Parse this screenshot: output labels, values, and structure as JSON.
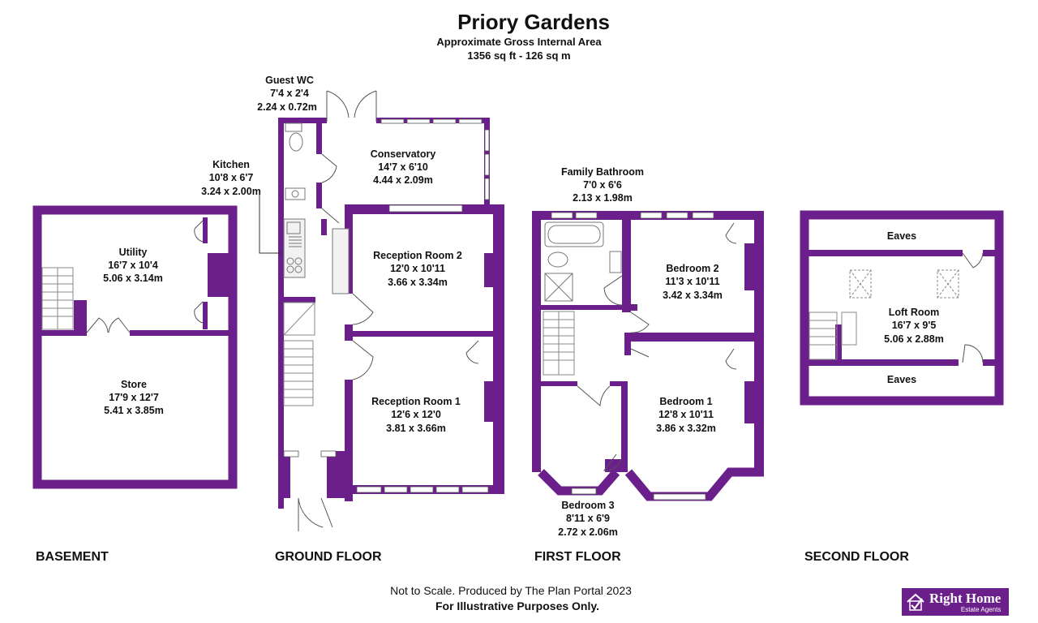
{
  "header": {
    "title": "Priory Gardens",
    "subtitle": "Approximate Gross Internal Area",
    "area": "1356 sq ft - 126 sq m"
  },
  "colors": {
    "wall": "#6b1f8a",
    "fixture": "#888888",
    "window": "#ffffff"
  },
  "floors": {
    "basement": "BASEMENT",
    "ground": "GROUND FLOOR",
    "first": "FIRST FLOOR",
    "second": "SECOND FLOOR"
  },
  "rooms": {
    "utility": {
      "name": "Utility",
      "imperial": "16'7 x 10'4",
      "metric": "5.06 x 3.14m"
    },
    "store": {
      "name": "Store",
      "imperial": "17'9 x 12'7",
      "metric": "5.41 x 3.85m"
    },
    "guest_wc": {
      "name": "Guest WC",
      "imperial": "7'4 x 2'4",
      "metric": "2.24 x 0.72m"
    },
    "kitchen": {
      "name": "Kitchen",
      "imperial": "10'8 x 6'7",
      "metric": "3.24 x 2.00m"
    },
    "conservatory": {
      "name": "Conservatory",
      "imperial": "14'7 x 6'10",
      "metric": "4.44 x 2.09m"
    },
    "reception2": {
      "name": "Reception Room 2",
      "imperial": "12'0 x 10'11",
      "metric": "3.66 x 3.34m"
    },
    "reception1": {
      "name": "Reception Room 1",
      "imperial": "12'6 x 12'0",
      "metric": "3.81 x 3.66m"
    },
    "family_bathroom": {
      "name": "Family Bathroom",
      "imperial": "7'0 x 6'6",
      "metric": "2.13 x 1.98m"
    },
    "bedroom2": {
      "name": "Bedroom 2",
      "imperial": "11'3 x 10'11",
      "metric": "3.42 x 3.34m"
    },
    "bedroom1": {
      "name": "Bedroom 1",
      "imperial": "12'8 x 10'11",
      "metric": "3.86 x 3.32m"
    },
    "bedroom3": {
      "name": "Bedroom 3",
      "imperial": "8'11 x 6'9",
      "metric": "2.72 x 2.06m"
    },
    "loft_room": {
      "name": "Loft Room",
      "imperial": "16'7 x 9'5",
      "metric": "5.06 x 2.88m"
    },
    "eaves_top": {
      "name": "Eaves"
    },
    "eaves_bottom": {
      "name": "Eaves"
    }
  },
  "footer": {
    "line1": "Not to Scale. Produced by The Plan Portal 2023",
    "line2": "For Illustrative Purposes Only."
  },
  "logo": {
    "name": "Right Home",
    "tagline": "Estate Agents",
    "icon": "house-check-icon"
  }
}
